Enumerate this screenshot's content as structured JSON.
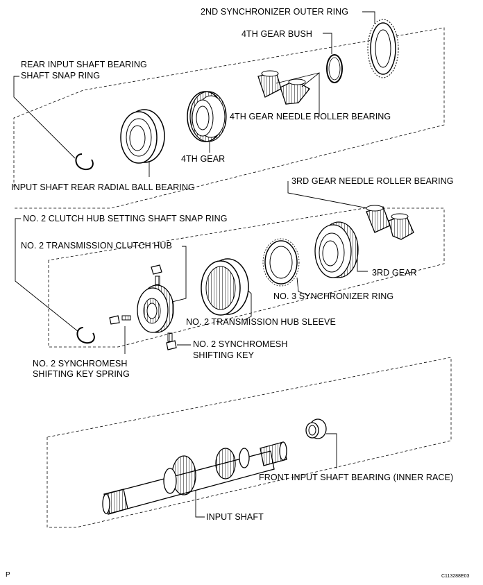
{
  "labels": {
    "second_sync_outer_ring": "2ND SYNCHRONIZER OUTER RING",
    "fourth_gear_bush": "4TH GEAR BUSH",
    "rear_snap_ring_l1": "REAR INPUT SHAFT BEARING",
    "rear_snap_ring_l2": "SHAFT SNAP RING",
    "fourth_gear_needle_bearing": "4TH GEAR NEEDLE ROLLER BEARING",
    "fourth_gear": "4TH GEAR",
    "rear_ball_bearing": "INPUT SHAFT REAR RADIAL BALL BEARING",
    "third_gear_needle_bearing": "3RD GEAR NEEDLE ROLLER BEARING",
    "clutch_hub_snap_ring": "NO. 2 CLUTCH HUB SETTING SHAFT SNAP RING",
    "clutch_hub": "NO. 2 TRANSMISSION CLUTCH HUB",
    "third_gear": "3RD GEAR",
    "no3_sync_ring": "NO. 3 SYNCHRONIZER RING",
    "hub_sleeve": "NO. 2 TRANSMISSION HUB SLEEVE",
    "shifting_key_l1": "NO. 2 SYNCHROMESH",
    "shifting_key_l2": "SHIFTING KEY",
    "key_spring_l1": "NO. 2 SYNCHROMESH",
    "key_spring_l2": "SHIFTING KEY SPRING",
    "front_bearing_race": "FRONT INPUT SHAFT BEARING (INNER RACE)",
    "input_shaft": "INPUT SHAFT"
  },
  "footer": {
    "page_mark": "P",
    "figure_code": "C113288E03"
  }
}
